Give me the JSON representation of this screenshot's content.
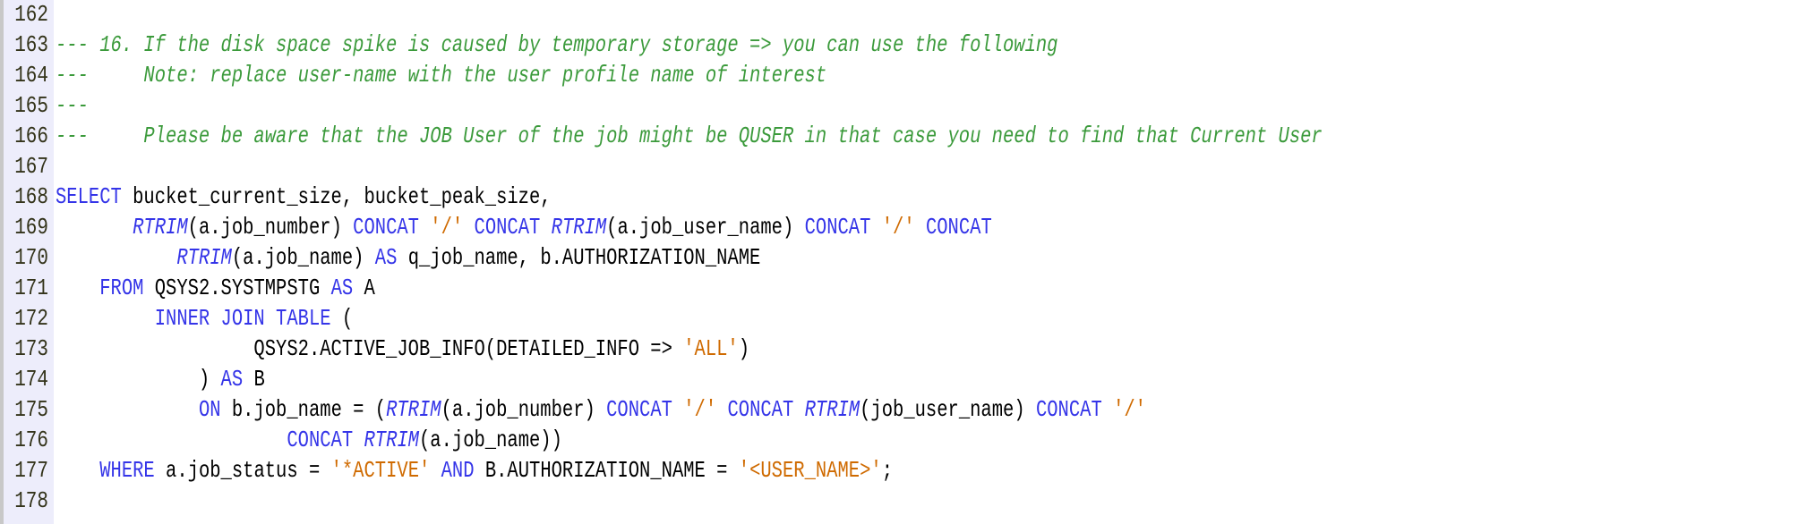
{
  "editor": {
    "colors": {
      "comment": "#3b9a3b",
      "keyword": "#3434e8",
      "string": "#cf6a00",
      "plain": "#000000",
      "gutter": "#ededfb"
    },
    "lines": [
      {
        "num": "162",
        "tokens": []
      },
      {
        "num": "163",
        "tokens": [
          [
            "c",
            "--- 16. If the disk space spike is caused by temporary storage => you can use the following"
          ]
        ]
      },
      {
        "num": "164",
        "tokens": [
          [
            "c",
            "---     Note: replace user-name with the user profile name of interest"
          ]
        ]
      },
      {
        "num": "165",
        "tokens": [
          [
            "c",
            "---"
          ]
        ]
      },
      {
        "num": "166",
        "tokens": [
          [
            "c",
            "---     Please be aware that the JOB User of the job might be QUSER in that case you need to find that Current User"
          ]
        ]
      },
      {
        "num": "167",
        "tokens": []
      },
      {
        "num": "168",
        "tokens": [
          [
            "k",
            "SELECT"
          ],
          [
            "p",
            " bucket_current_size, bucket_peak_size,"
          ]
        ]
      },
      {
        "num": "169",
        "tokens": [
          [
            "p",
            "       "
          ],
          [
            "f",
            "RTRIM"
          ],
          [
            "p",
            "(a.job_number) "
          ],
          [
            "k",
            "CONCAT"
          ],
          [
            "p",
            " "
          ],
          [
            "s",
            "'/'"
          ],
          [
            "p",
            " "
          ],
          [
            "k",
            "CONCAT"
          ],
          [
            "p",
            " "
          ],
          [
            "f",
            "RTRIM"
          ],
          [
            "p",
            "(a.job_user_name) "
          ],
          [
            "k",
            "CONCAT"
          ],
          [
            "p",
            " "
          ],
          [
            "s",
            "'/'"
          ],
          [
            "p",
            " "
          ],
          [
            "k",
            "CONCAT"
          ]
        ]
      },
      {
        "num": "170",
        "tokens": [
          [
            "p",
            "           "
          ],
          [
            "f",
            "RTRIM"
          ],
          [
            "p",
            "(a.job_name) "
          ],
          [
            "k",
            "AS"
          ],
          [
            "p",
            " q_job_name, b.AUTHORIZATION_NAME"
          ]
        ]
      },
      {
        "num": "171",
        "tokens": [
          [
            "p",
            "    "
          ],
          [
            "k",
            "FROM"
          ],
          [
            "p",
            " QSYS2.SYSTMPSTG "
          ],
          [
            "k",
            "AS"
          ],
          [
            "p",
            " A"
          ]
        ]
      },
      {
        "num": "172",
        "tokens": [
          [
            "p",
            "         "
          ],
          [
            "k",
            "INNER JOIN TABLE"
          ],
          [
            "p",
            " ("
          ]
        ]
      },
      {
        "num": "173",
        "tokens": [
          [
            "p",
            "                  QSYS2.ACTIVE_JOB_INFO(DETAILED_INFO => "
          ],
          [
            "s",
            "'ALL'"
          ],
          [
            "p",
            ")"
          ]
        ]
      },
      {
        "num": "174",
        "tokens": [
          [
            "p",
            "             ) "
          ],
          [
            "k",
            "AS"
          ],
          [
            "p",
            " B"
          ]
        ]
      },
      {
        "num": "175",
        "tokens": [
          [
            "p",
            "             "
          ],
          [
            "k",
            "ON"
          ],
          [
            "p",
            " b.job_name = ("
          ],
          [
            "f",
            "RTRIM"
          ],
          [
            "p",
            "(a.job_number) "
          ],
          [
            "k",
            "CONCAT"
          ],
          [
            "p",
            " "
          ],
          [
            "s",
            "'/'"
          ],
          [
            "p",
            " "
          ],
          [
            "k",
            "CONCAT"
          ],
          [
            "p",
            " "
          ],
          [
            "f",
            "RTRIM"
          ],
          [
            "p",
            "(job_user_name) "
          ],
          [
            "k",
            "CONCAT"
          ],
          [
            "p",
            " "
          ],
          [
            "s",
            "'/'"
          ]
        ]
      },
      {
        "num": "176",
        "tokens": [
          [
            "p",
            "                     "
          ],
          [
            "k",
            "CONCAT"
          ],
          [
            "p",
            " "
          ],
          [
            "f",
            "RTRIM"
          ],
          [
            "p",
            "(a.job_name))"
          ]
        ]
      },
      {
        "num": "177",
        "tokens": [
          [
            "p",
            "    "
          ],
          [
            "k",
            "WHERE"
          ],
          [
            "p",
            " a.job_status = "
          ],
          [
            "s",
            "'*ACTIVE'"
          ],
          [
            "p",
            " "
          ],
          [
            "k",
            "AND"
          ],
          [
            "p",
            " B.AUTHORIZATION_NAME = "
          ],
          [
            "s",
            "'<USER_NAME>'"
          ],
          [
            "p",
            ";"
          ]
        ]
      },
      {
        "num": "178",
        "tokens": []
      }
    ]
  }
}
